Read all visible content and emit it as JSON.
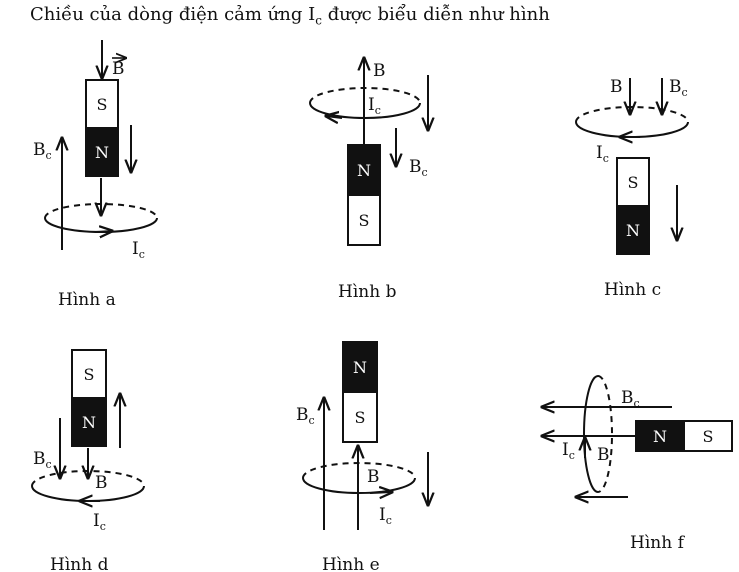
{
  "title": {
    "main": "Chiều của dòng điện cảm ứng I",
    "sub": "c",
    "rest": " được biểu diễn như hình"
  },
  "poles": {
    "north": "N",
    "south": "S"
  },
  "labels": {
    "B": "B",
    "Bc": "B",
    "Bc_sub": "c",
    "Ic": "I",
    "Ic_sub": "c"
  },
  "figures": [
    {
      "caption": "Hình a"
    },
    {
      "caption": "Hình b"
    },
    {
      "caption": "Hình c"
    },
    {
      "caption": "Hình d"
    },
    {
      "caption": "Hình e"
    },
    {
      "caption": "Hình f"
    }
  ]
}
